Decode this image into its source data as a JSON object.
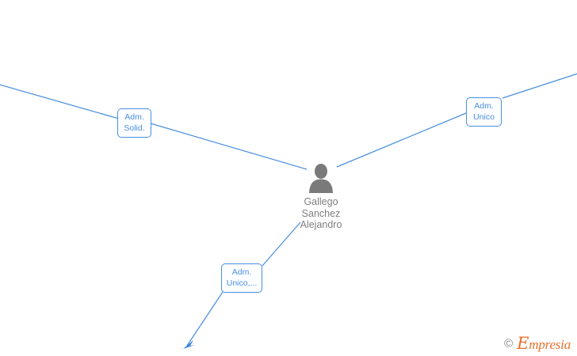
{
  "diagram": {
    "type": "relationship-network",
    "background_color": "#ffffff",
    "edge_color": "#4a8fe0",
    "label_border_color": "#4a8fe0",
    "label_text_color": "#4a8fe0",
    "node_text_color": "#7f7f7f",
    "avatar_color": "#7a7a7a",
    "center_node": {
      "icon": "person-avatar-icon",
      "name": "Gallego\nSanchez\nAlejandro"
    },
    "edge_labels": [
      {
        "text": "Adm.\nSolid.",
        "position": "upper-left"
      },
      {
        "text": "Adm.\nUnico",
        "position": "upper-right"
      },
      {
        "text": "Adm.\nUnico,...",
        "position": "lower-left"
      }
    ],
    "edges": [
      {
        "from": "left-offscreen",
        "to": "center",
        "via_label": 0,
        "arrow": false
      },
      {
        "from": "center",
        "to": "right-offscreen",
        "via_label": 1,
        "arrow": false
      },
      {
        "from": "center",
        "to": "lower-left-offscreen",
        "via_label": 2,
        "arrow": true
      }
    ]
  },
  "watermark": {
    "copyright_symbol": "©",
    "brand_initial": "E",
    "brand_rest": "mpresia",
    "color": "#e8702a"
  }
}
